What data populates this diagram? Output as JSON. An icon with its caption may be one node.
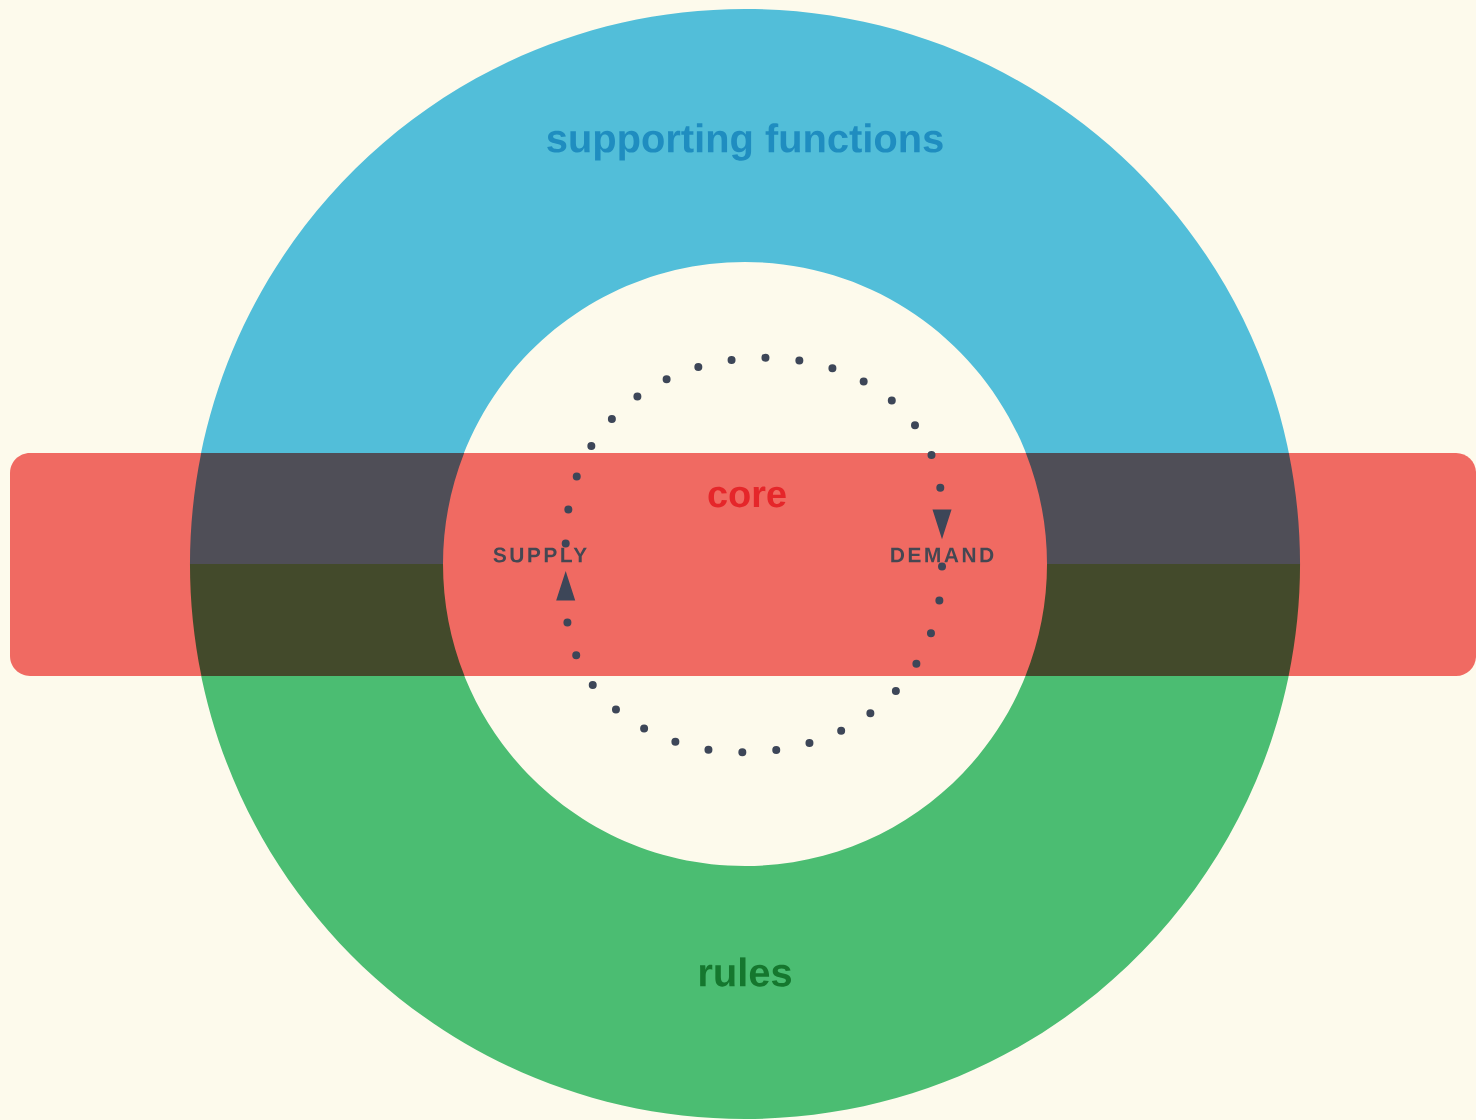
{
  "diagram": {
    "nodes": [
      {
        "text": [
          "supporting functions"
        ]
      },
      {
        "text": [
          "rules"
        ]
      },
      {
        "text": [
          "core"
        ]
      },
      {
        "text": [
          "SUPPLY"
        ],
        "in": 2
      },
      {
        "text": [
          "DEMAND"
        ],
        "in": 2
      }
    ],
    "edges": [
      {
        "from": 3,
        "to": 4,
        "arrow": "to",
        "style": "dashed"
      },
      {
        "from": 4,
        "to": 3,
        "arrow": "to",
        "style": "dashed"
      }
    ]
  }
}
